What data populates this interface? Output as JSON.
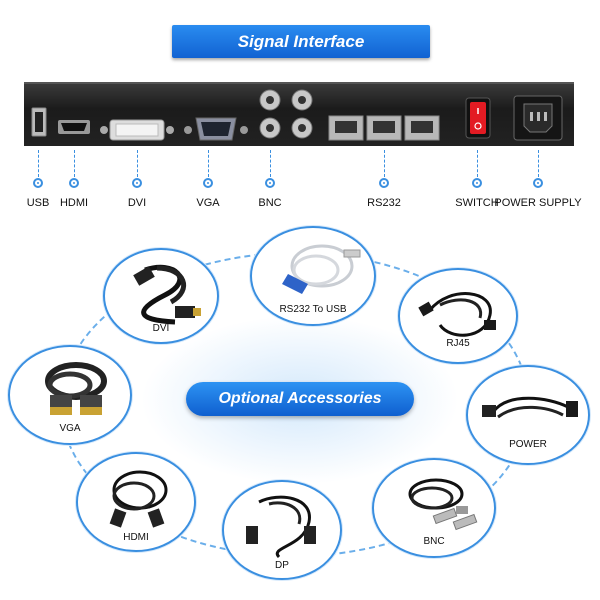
{
  "signal_interface": {
    "title": "Signal Interface",
    "ports": [
      {
        "label": "USB"
      },
      {
        "label": "HDMI"
      },
      {
        "label": "DVI"
      },
      {
        "label": "VGA"
      },
      {
        "label": "BNC"
      },
      {
        "label": "RS232"
      },
      {
        "label": "SWITCH"
      },
      {
        "label": "POWER SUPPLY"
      }
    ]
  },
  "accessories": {
    "title": "Optional Accessories",
    "items": [
      {
        "label": "DVI"
      },
      {
        "label": "RS232 To USB"
      },
      {
        "label": "RJ45"
      },
      {
        "label": "VGA"
      },
      {
        "label": "POWER"
      },
      {
        "label": "HDMI"
      },
      {
        "label": "DP"
      },
      {
        "label": "BNC"
      }
    ]
  },
  "colors": {
    "accent": "#1a73e8",
    "panel": "#222222",
    "ring": "#6aaeea"
  }
}
